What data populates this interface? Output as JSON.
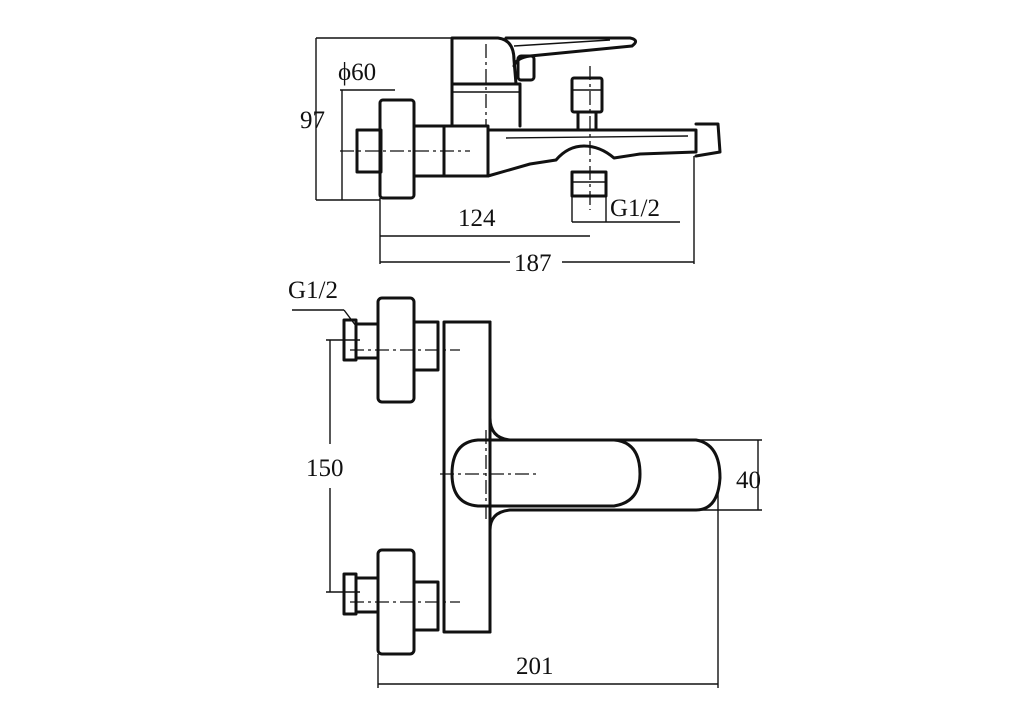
{
  "dimensions": {
    "height_top": "97",
    "flange_diameter": "ϕ60",
    "inlet_to_outlet": "124",
    "overall_length_top": "187",
    "shower_thread": "G1/2",
    "inlet_thread": "G1/2",
    "inlet_spacing": "150",
    "spout_width": "40",
    "overall_length_bottom": "201"
  },
  "colors": {
    "line": "#111111",
    "background": "#ffffff"
  }
}
